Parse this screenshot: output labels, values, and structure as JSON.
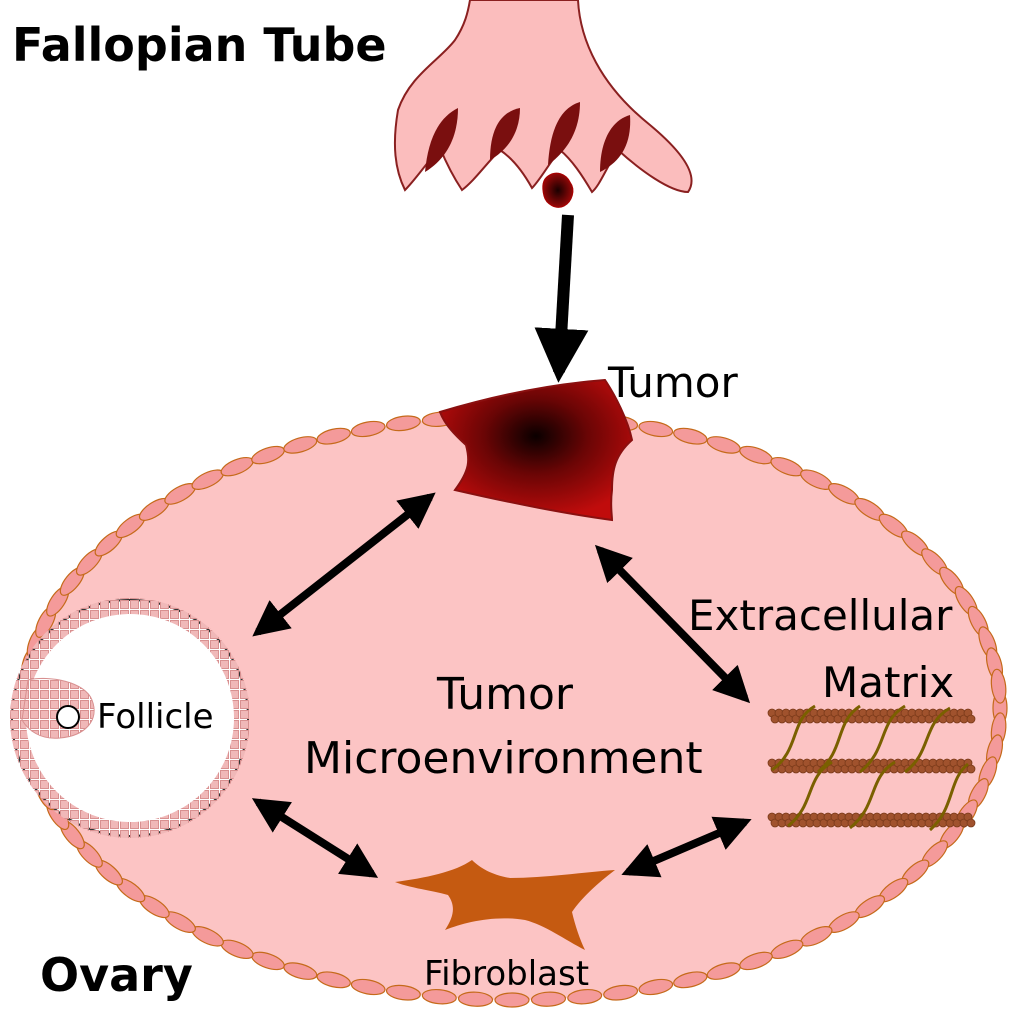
{
  "labels": {
    "fallopian_tube": "Fallopian Tube",
    "ovary": "Ovary",
    "tumor": "Tumor",
    "extracellular_line1": "Extracellular",
    "extracellular_line2": "Matrix",
    "microenvironment_line1": "Tumor",
    "microenvironment_line2": "Microenvironment",
    "follicle": "Follicle",
    "fibroblast": "Fibroblast"
  },
  "colors": {
    "ovary_fill": "#fcc4c4",
    "ovary_cells": "#f49a9a",
    "ovary_outline": "#c56a1a",
    "tube_fill": "#fbbdbd",
    "tube_folds": "#7a0f0f",
    "tumor_dark": "#0a0000",
    "tumor_red": "#b00a0a",
    "fibroblast": "#c55a11",
    "ecm_strand": "#a0522d",
    "ecm_fiber": "#7a6000",
    "arrow": "#000000"
  }
}
